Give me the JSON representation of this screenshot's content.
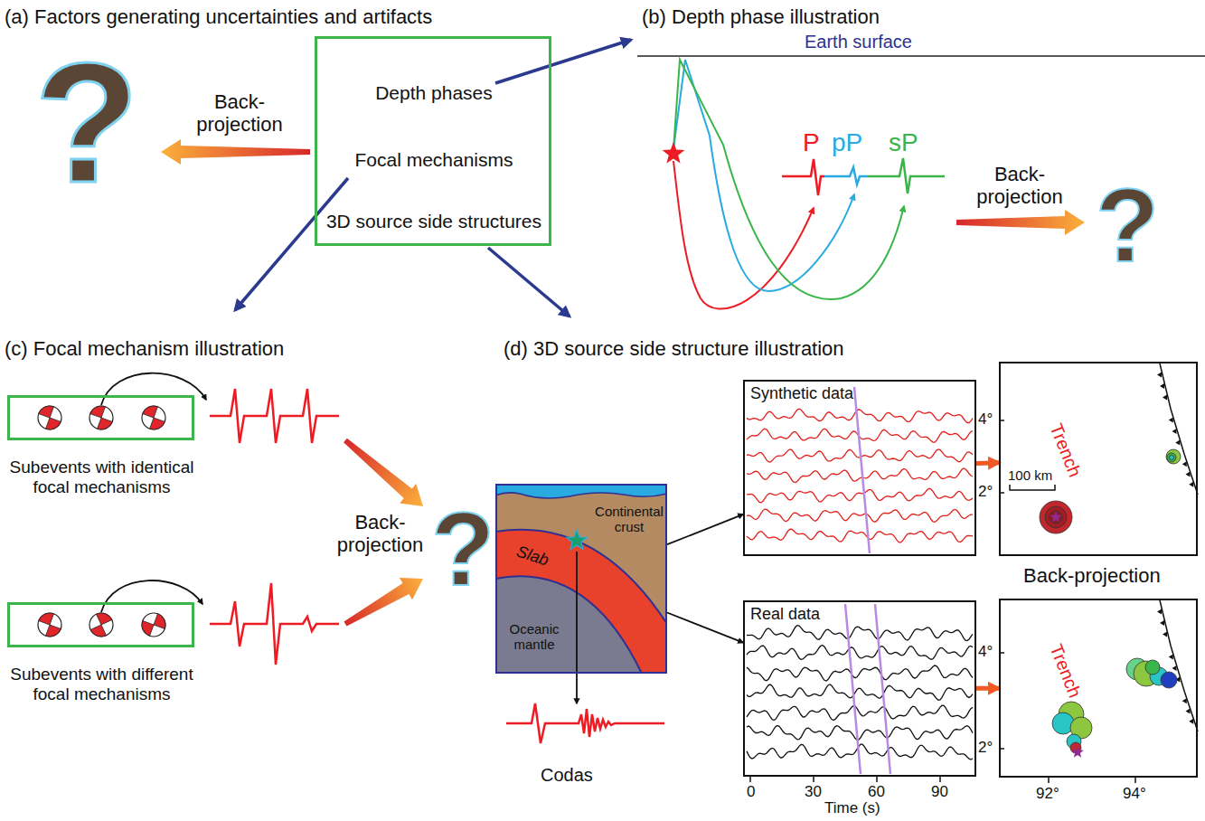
{
  "diagram": {
    "nodes": [
      {
        "text": [
          "Depth phases",
          "Focal mechanisms",
          "3D source side structures"
        ]
      },
      {
        "text": [
          "Subevents with identical focal mechanisms"
        ]
      },
      {
        "text": [
          "Subevents with different focal mechanisms"
        ]
      },
      {
        "text": [
          "Slab",
          "Continental crust",
          "Oceanic mantle"
        ]
      },
      {
        "text": [
          "Synthetic data"
        ]
      },
      {
        "text": [
          "Real data"
        ]
      },
      {
        "text": [
          "Trench",
          "100 km"
        ]
      },
      {
        "text": [
          "Trench"
        ]
      }
    ],
    "edges": [
      {
        "from": 3,
        "to": 4,
        "arrow": "to"
      },
      {
        "from": 3,
        "to": 5,
        "arrow": "to"
      },
      {
        "from": 4,
        "to": 6,
        "arrow": "to"
      },
      {
        "from": 5,
        "to": 7,
        "arrow": "to"
      }
    ],
    "labels": [
      "(a) Factors generating uncertainties and artifacts",
      "?",
      "Back- projection",
      "(b) Depth phase illustration",
      "Earth surface",
      "P",
      "pP",
      "sP",
      "Back- projection",
      "?",
      "(c) Focal mechanism illustration",
      "Back- projection",
      "?",
      "(d) 3D source side structure illustration",
      "Codas",
      "0",
      "30",
      "60",
      "90",
      "Time (s)",
      "Back-projection",
      "4°",
      "2°",
      "4°",
      "2°",
      "92°",
      "94°"
    ]
  }
}
